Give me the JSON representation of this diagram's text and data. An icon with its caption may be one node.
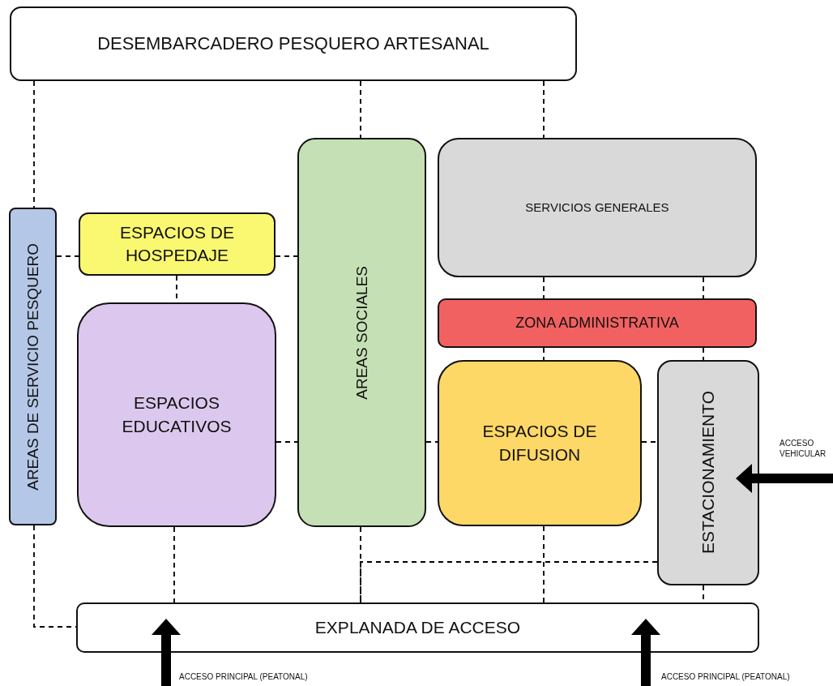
{
  "diagram": {
    "nodes": [
      {
        "text": [
          "DESEMBARCADERO PESQUERO ARTESANAL"
        ]
      },
      {
        "text": [
          "AREAS DE SERVICIO PESQUERO"
        ]
      },
      {
        "text": [
          "ESPACIOS DE HOSPEDAJE"
        ]
      },
      {
        "text": [
          "AREAS SOCIALES"
        ]
      },
      {
        "text": [
          "SERVICIOS GENERALES"
        ]
      },
      {
        "text": [
          "ESPACIOS EDUCATIVOS"
        ]
      },
      {
        "text": [
          "ZONA ADMINISTRATIVA"
        ]
      },
      {
        "text": [
          "ESPACIOS DE DIFUSION"
        ]
      },
      {
        "text": [
          "ESTACIONAMIENTO"
        ]
      },
      {
        "text": [
          "EXPLANADA DE ACCESO"
        ]
      }
    ],
    "edges": [
      {
        "from": 0,
        "to": 1,
        "arrow": "none",
        "style": "dashed"
      },
      {
        "from": 0,
        "to": 3,
        "arrow": "none",
        "style": "dashed"
      },
      {
        "from": 0,
        "to": 4,
        "arrow": "none",
        "style": "dashed"
      },
      {
        "from": 1,
        "to": 2,
        "arrow": "none",
        "style": "dashed"
      },
      {
        "from": 2,
        "to": 3,
        "arrow": "none",
        "style": "dashed"
      },
      {
        "from": 2,
        "to": 5,
        "arrow": "none",
        "style": "dashed"
      },
      {
        "from": 5,
        "to": 3,
        "arrow": "none",
        "style": "dashed"
      },
      {
        "from": 3,
        "to": 7,
        "arrow": "none",
        "style": "dashed"
      },
      {
        "from": 7,
        "to": 8,
        "arrow": "none",
        "style": "dashed"
      },
      {
        "from": 4,
        "to": 6,
        "arrow": "none",
        "style": "dashed"
      },
      {
        "from": 4,
        "to": 6,
        "arrow": "none",
        "style": "dashed"
      },
      {
        "from": 6,
        "to": 7,
        "arrow": "none",
        "style": "dashed"
      },
      {
        "from": 6,
        "to": 8,
        "arrow": "none",
        "style": "dashed"
      },
      {
        "from": 1,
        "to": 9,
        "arrow": "none",
        "style": "dashed"
      },
      {
        "from": 5,
        "to": 9,
        "arrow": "none",
        "style": "dashed"
      },
      {
        "from": 3,
        "to": 9,
        "arrow": "none",
        "style": "dashed"
      },
      {
        "from": 8,
        "to": 9,
        "arrow": "none",
        "style": "dashed"
      },
      {
        "from": 7,
        "to": 9,
        "arrow": "none",
        "style": "dashed"
      },
      {
        "from": 8,
        "to": 9,
        "arrow": "none",
        "style": "dashed"
      },
      {
        "from": null,
        "to": 9,
        "arrow": "to",
        "style": "thick"
      },
      {
        "from": null,
        "to": 9,
        "arrow": "to",
        "style": "thick"
      },
      {
        "from": null,
        "to": 8,
        "arrow": "to",
        "style": "thick"
      }
    ],
    "labels": [
      "ACCESO VEHICULAR",
      "ACCESO PRINCIPAL (PEATONAL)",
      "ACCESO PRINCIPAL (PEATONAL)"
    ]
  }
}
